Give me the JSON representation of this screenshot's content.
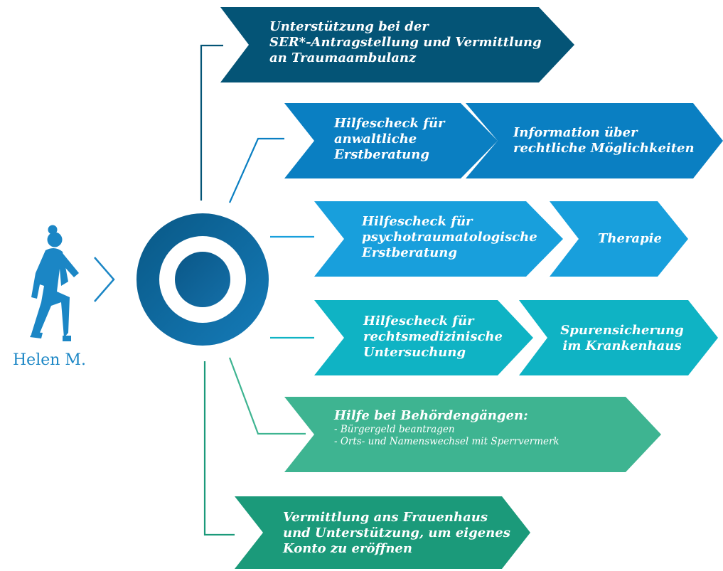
{
  "person": {
    "name": "Helen M."
  },
  "boxes": [
    {
      "lines": [
        "Unterstützung bei der",
        "SER*-Antragstellung und Vermittlung",
        "an Traumaambulanz"
      ]
    },
    {
      "lines": [
        "Hilfescheck für",
        "anwaltliche",
        "Erstberatung"
      ]
    },
    {
      "lines": [
        "Information über",
        "rechtliche Möglichkeiten"
      ]
    },
    {
      "lines": [
        "Hilfescheck für",
        "psychotraumatologische",
        "Erstberatung"
      ]
    },
    {
      "lines": [
        "Therapie"
      ]
    },
    {
      "lines": [
        "Hilfescheck für",
        "rechtsmedizinische",
        "Untersuchung"
      ]
    },
    {
      "lines": [
        "Spurensicherung",
        "im Krankenhaus"
      ]
    },
    {
      "lines": [
        "Hilfe bei Behördengängen:"
      ],
      "sub": [
        "- Bürgergeld beantragen",
        "- Orts- und Namenswechsel mit Sperrvermerk"
      ]
    },
    {
      "lines": [
        "Vermittlung ans Frauenhaus",
        "und Unterstützung, um eigenes",
        "Konto zu eröffnen"
      ]
    }
  ],
  "colors": {
    "row1": "#045476",
    "row2": "#0a7fc2",
    "row3": "#189fdc",
    "row4": "#0fb3c4",
    "row5": "#3eb491",
    "row6": "#1b9a7a",
    "ring": "#0d68a0",
    "person": "#1b86c5"
  }
}
